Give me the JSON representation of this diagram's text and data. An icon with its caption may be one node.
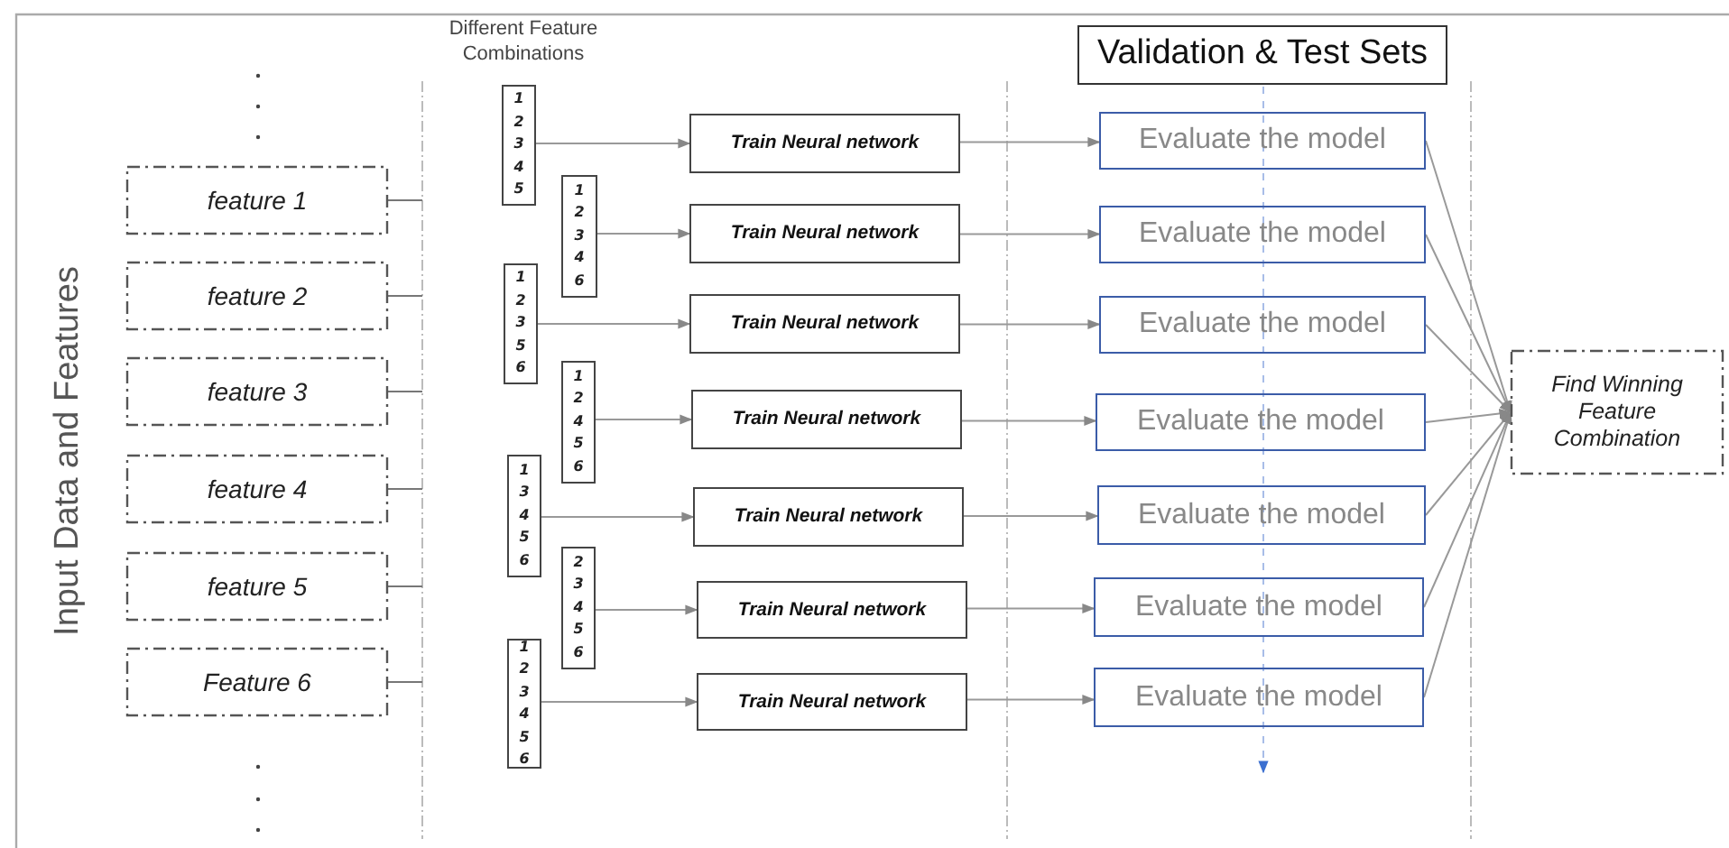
{
  "diagram": {
    "nodes": [
      {
        "text": [
          "feature 1"
        ]
      },
      {
        "text": [
          "feature 2"
        ]
      },
      {
        "text": [
          "feature 3"
        ]
      },
      {
        "text": [
          "feature 4"
        ]
      },
      {
        "text": [
          "feature 5"
        ]
      },
      {
        "text": [
          "Feature 6"
        ]
      },
      {
        "text": [
          "1 2 3 4 5"
        ]
      },
      {
        "text": [
          "1 2 3 4 6"
        ]
      },
      {
        "text": [
          "1 2 3 5 6"
        ]
      },
      {
        "text": [
          "1 2 4 5 6"
        ]
      },
      {
        "text": [
          "1 3 4 5 6"
        ]
      },
      {
        "text": [
          "2 3 4 5 6"
        ]
      },
      {
        "text": [
          "1 2 3 4 5 6"
        ]
      },
      {
        "text": [
          "Train Neural network"
        ]
      },
      {
        "text": [
          "Train Neural network"
        ]
      },
      {
        "text": [
          "Train Neural network"
        ]
      },
      {
        "text": [
          "Train Neural network"
        ]
      },
      {
        "text": [
          "Train Neural network"
        ]
      },
      {
        "text": [
          "Train Neural network"
        ]
      },
      {
        "text": [
          "Train Neural network"
        ]
      },
      {
        "text": [
          "Validation & Test Sets"
        ]
      },
      {
        "text": [
          "Evaluate the model"
        ]
      },
      {
        "text": [
          "Evaluate the model"
        ]
      },
      {
        "text": [
          "Evaluate the model"
        ]
      },
      {
        "text": [
          "Evaluate the model"
        ]
      },
      {
        "text": [
          "Evaluate the model"
        ]
      },
      {
        "text": [
          "Evaluate the model"
        ]
      },
      {
        "text": [
          "Evaluate the model"
        ]
      },
      {
        "text": [
          "Find Winning Feature Combination"
        ]
      }
    ],
    "edges": [
      {
        "from": 6,
        "to": 13,
        "arrow": "to"
      },
      {
        "from": 7,
        "to": 14,
        "arrow": "to"
      },
      {
        "from": 8,
        "to": 15,
        "arrow": "to"
      },
      {
        "from": 9,
        "to": 16,
        "arrow": "to"
      },
      {
        "from": 10,
        "to": 17,
        "arrow": "to"
      },
      {
        "from": 11,
        "to": 18,
        "arrow": "to"
      },
      {
        "from": 12,
        "to": 19,
        "arrow": "to"
      },
      {
        "from": 13,
        "to": 21,
        "arrow": "to"
      },
      {
        "from": 14,
        "to": 22,
        "arrow": "to"
      },
      {
        "from": 15,
        "to": 23,
        "arrow": "to"
      },
      {
        "from": 16,
        "to": 24,
        "arrow": "to"
      },
      {
        "from": 17,
        "to": 25,
        "arrow": "to"
      },
      {
        "from": 18,
        "to": 26,
        "arrow": "to"
      },
      {
        "from": 19,
        "to": 27,
        "arrow": "to"
      },
      {
        "from": 21,
        "to": 28,
        "arrow": "to"
      },
      {
        "from": 22,
        "to": 28,
        "arrow": "to"
      },
      {
        "from": 23,
        "to": 28,
        "arrow": "to"
      },
      {
        "from": 24,
        "to": 28,
        "arrow": "to"
      },
      {
        "from": 25,
        "to": 28,
        "arrow": "to"
      },
      {
        "from": 26,
        "to": 28,
        "arrow": "to"
      },
      {
        "from": 27,
        "to": 28,
        "arrow": "to"
      }
    ],
    "labels": [
      "Different Feature Combinations",
      "Input Data and Features"
    ]
  }
}
